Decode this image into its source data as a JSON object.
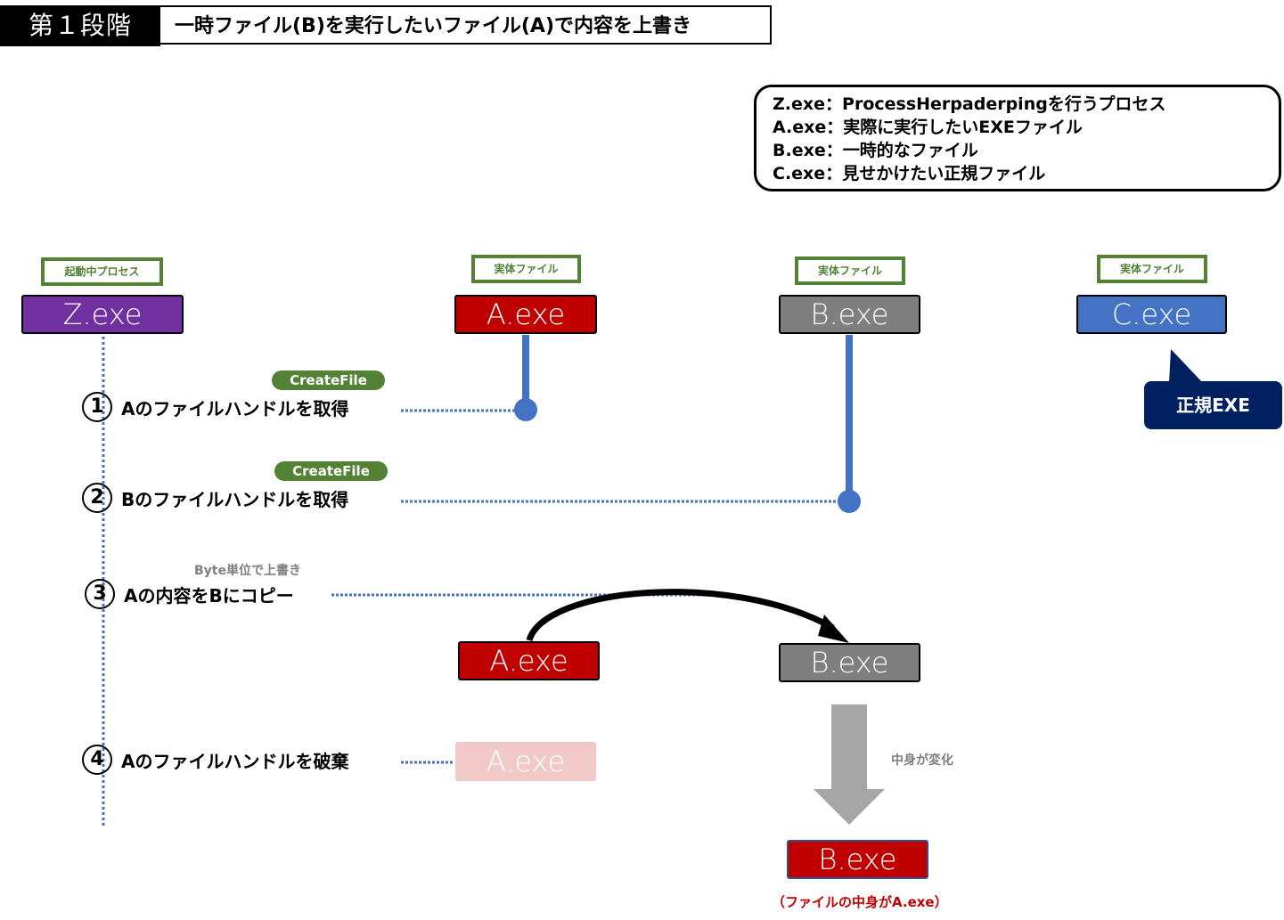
{
  "header": {
    "stage_label": "第１段階",
    "stage_title": "一時ファイル(B)を実行したいファイル(A)で内容を上書き"
  },
  "legend": {
    "lines": [
      "Z.exe：ProcessHerpaderpingを行うプロセス",
      "A.exe：実際に実行したいEXEファイル",
      "B.exe：一時的なファイル",
      "C.exe：見せかけたい正規ファイル"
    ]
  },
  "entities": {
    "z": {
      "tag": "起動中プロセス",
      "name": "Z.exe"
    },
    "a": {
      "tag": "実体ファイル",
      "name": "A.exe"
    },
    "b": {
      "tag": "実体ファイル",
      "name": "B.exe"
    },
    "c": {
      "tag": "実体ファイル",
      "name": "C.exe",
      "callout": "正規EXE"
    }
  },
  "steps": [
    {
      "number": "1",
      "label": "Aのファイルハンドルを取得",
      "api": "CreateFile"
    },
    {
      "number": "2",
      "label": "Bのファイルハンドルを取得",
      "api": "CreateFile"
    },
    {
      "number": "3",
      "label": "Aの内容をBにコピー",
      "note": "Byte単位で上書き"
    },
    {
      "number": "4",
      "label": "Aのファイルハンドルを破棄"
    }
  ],
  "copy_step": {
    "source": "A.exe",
    "target": "B.exe"
  },
  "release_step": {
    "faded_file": "A.exe"
  },
  "result": {
    "change_note": "中身が変化",
    "file": "B.exe",
    "caption": "（ファイルの中身がA.exe）"
  },
  "colors": {
    "process": "#7030a0",
    "target_file": "#c00000",
    "temp_file": "#7f7f7f",
    "legit_file": "#4472c4",
    "tag_green": "#548235",
    "callout_navy": "#002060",
    "handle_line": "#4472c4"
  }
}
